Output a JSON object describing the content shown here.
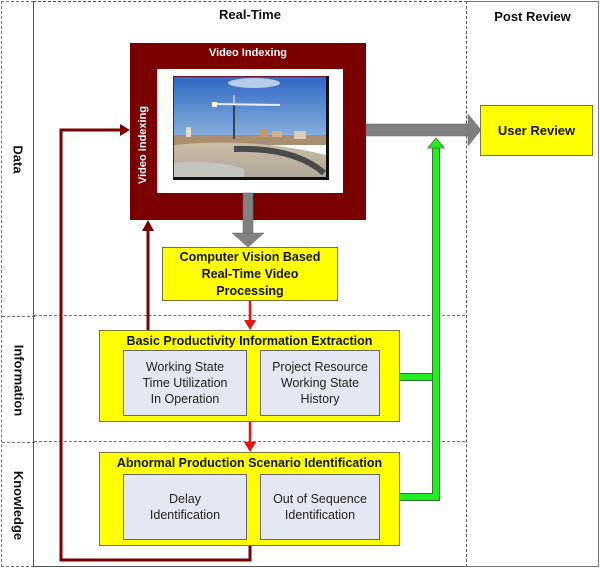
{
  "columns": {
    "realtime": "Real-Time",
    "post_review": "Post Review"
  },
  "rows": {
    "data": "Data",
    "information": "Information",
    "knowledge": "Knowledge"
  },
  "video_indexing": {
    "title_top": "Video Indexing",
    "title_side": "Video Indexing",
    "image_description": "construction site with tower crane"
  },
  "cv_processing": {
    "label": "Computer Vision Based Real-Time Video Processing",
    "lines": [
      "Computer Vision Based",
      "Real-Time Video",
      "Processing"
    ]
  },
  "basic_info": {
    "title": "Basic Productivity Information Extraction",
    "items": [
      {
        "lines": [
          "Working State",
          "Time Utilization",
          "In Operation"
        ]
      },
      {
        "lines": [
          "Project Resource",
          "Working State",
          "History"
        ]
      }
    ]
  },
  "abnormal": {
    "title": "Abnormal Production Scenario Identification",
    "items": [
      {
        "lines": [
          "Delay",
          "Identification"
        ]
      },
      {
        "lines": [
          "Out of Sequence",
          "Identification"
        ]
      }
    ]
  },
  "user_review": {
    "label": "User Review"
  },
  "colors": {
    "box_yellow": "#ffff00",
    "inner_box": "#e4e8f2",
    "video_frame": "#7b0000",
    "feedback_arrow": "#7b0000",
    "flow_arrow": "#ee1111",
    "review_arrow": "#22ee22",
    "output_arrow": "#808080"
  }
}
